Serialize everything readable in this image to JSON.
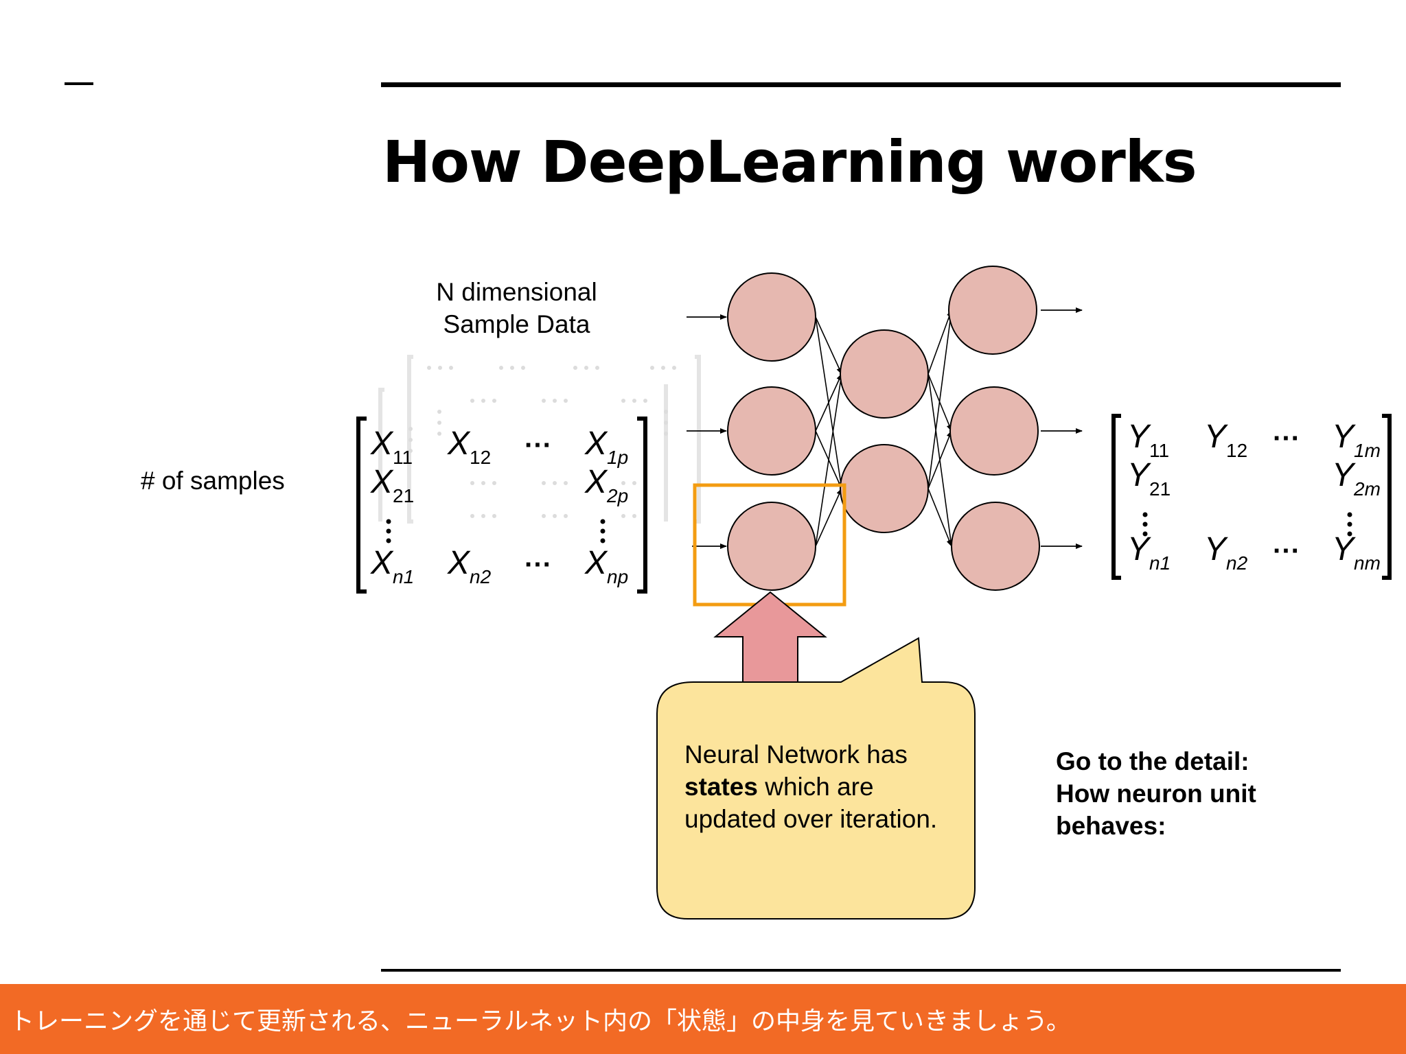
{
  "slide": {
    "title": "How DeepLearning works",
    "sample_data_caption": [
      "N dimensional",
      "Sample Data"
    ],
    "samples_label": "# of samples",
    "callout": {
      "line1": "Neural Network has",
      "bold_word": "states",
      "line2_rest": " which are",
      "line3": "updated over iteration."
    },
    "detail_link": [
      "Go to the detail:",
      "How neuron unit",
      "behaves:"
    ],
    "footer_caption": "トレーニングを通じて更新される、ニューラルネット内の「状態」の中身を見ていきましょう。"
  },
  "input_matrix": {
    "base": "X",
    "cells": [
      {
        "row": 0,
        "col": 0,
        "sub": "11"
      },
      {
        "row": 0,
        "col": 1,
        "sub": "12"
      },
      {
        "row": 0,
        "col": 2,
        "sub": "···"
      },
      {
        "row": 0,
        "col": 3,
        "sub": "1p"
      },
      {
        "row": 1,
        "col": 0,
        "sub": "21"
      },
      {
        "row": 1,
        "col": 3,
        "sub": "2p"
      },
      {
        "row": 3,
        "col": 0,
        "sub": "n1"
      },
      {
        "row": 3,
        "col": 1,
        "sub": "n2"
      },
      {
        "row": 3,
        "col": 2,
        "sub": "···"
      },
      {
        "row": 3,
        "col": 3,
        "sub": "np"
      }
    ]
  },
  "output_matrix": {
    "base": "Y",
    "cells": [
      {
        "row": 0,
        "col": 0,
        "sub": "11"
      },
      {
        "row": 0,
        "col": 1,
        "sub": "12"
      },
      {
        "row": 0,
        "col": 2,
        "sub": "···"
      },
      {
        "row": 0,
        "col": 3,
        "sub": "1m"
      },
      {
        "row": 1,
        "col": 0,
        "sub": "21"
      },
      {
        "row": 1,
        "col": 3,
        "sub": "2m"
      },
      {
        "row": 3,
        "col": 0,
        "sub": "n1"
      },
      {
        "row": 3,
        "col": 1,
        "sub": "n2"
      },
      {
        "row": 3,
        "col": 2,
        "sub": "···"
      },
      {
        "row": 3,
        "col": 3,
        "sub": "nm"
      }
    ]
  },
  "network": {
    "layers": [
      3,
      2,
      3
    ],
    "neuron_color": "#E6B8B0",
    "highlight_color": "#F39C12",
    "arrow_color": "#E8989A",
    "callout_color": "#FCE49C",
    "footer_color": "#F26A25"
  }
}
